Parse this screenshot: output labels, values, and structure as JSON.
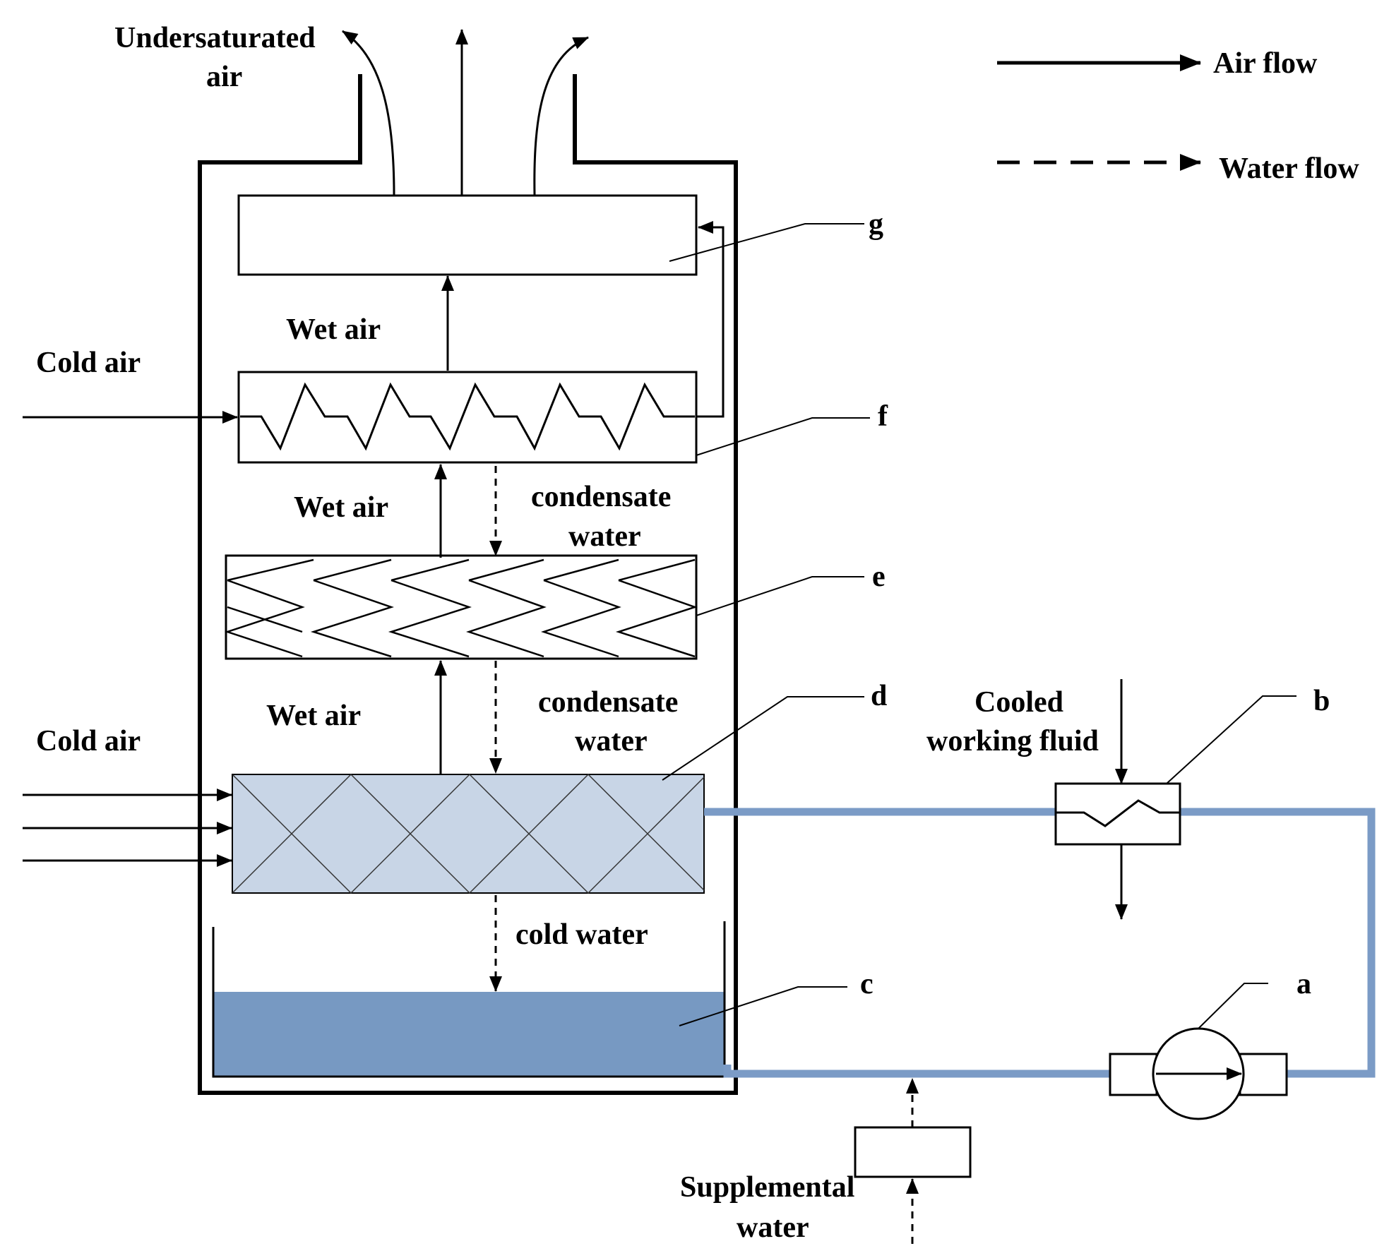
{
  "colors": {
    "water_pool": "#7799c2",
    "pipe": "#7b9bc6",
    "packing_fill": "#c8d5e6",
    "stroke": "#000000",
    "background": "#ffffff"
  },
  "legend": {
    "air_flow": "Air flow",
    "water_flow": "Water flow"
  },
  "labels": {
    "undersaturated_line1": "Undersaturated",
    "undersaturated_line2": "air",
    "cold_air_upper": "Cold air",
    "cold_air_lower": "Cold air",
    "wet_air_top": "Wet air",
    "wet_air_middle": "Wet air",
    "wet_air_bottom": "Wet air",
    "condensate_upper_line1": "condensate",
    "condensate_upper_line2": "water",
    "condensate_lower_line1": "condensate",
    "condensate_lower_line2": "water",
    "cold_water": "cold water",
    "cooled_line1": "Cooled",
    "cooled_line2": "working fluid",
    "supplemental_line1": "Supplemental",
    "supplemental_line2": "water"
  },
  "component_tags": {
    "a": "a",
    "b": "b",
    "c": "c",
    "d": "d",
    "e": "e",
    "f": "f",
    "g": "g"
  }
}
